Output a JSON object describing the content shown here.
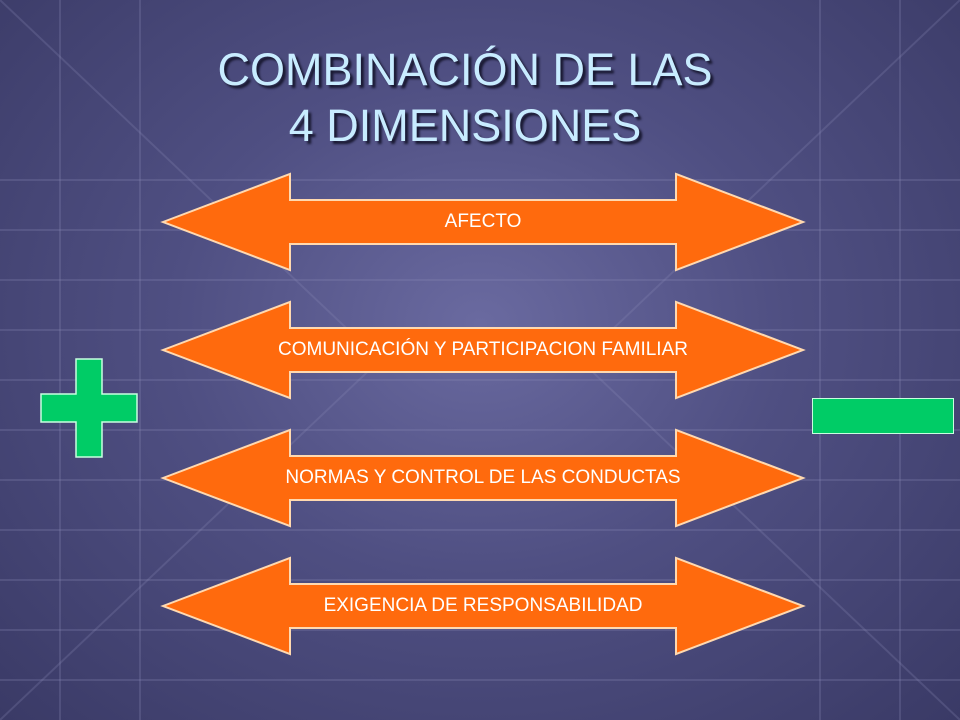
{
  "title": {
    "line1": "COMBINACIÓN DE LAS",
    "line2": "4 DIMENSIONES"
  },
  "dimensions": [
    {
      "label": "AFECTO"
    },
    {
      "label": "COMUNICACIÓN Y PARTICIPACION FAMILIAR"
    },
    {
      "label": "NORMAS Y CONTROL DE LAS CONDUCTAS"
    },
    {
      "label": "EXIGENCIA DE RESPONSABILIDAD"
    }
  ],
  "colors": {
    "arrow_fill": "#ff6a0d",
    "arrow_stroke": "#ffd9b0",
    "sign_fill": "#00cc66",
    "title_text": "#c8ecff"
  },
  "icons": {
    "left_sign": "plus-icon",
    "right_sign": "minus-icon"
  }
}
